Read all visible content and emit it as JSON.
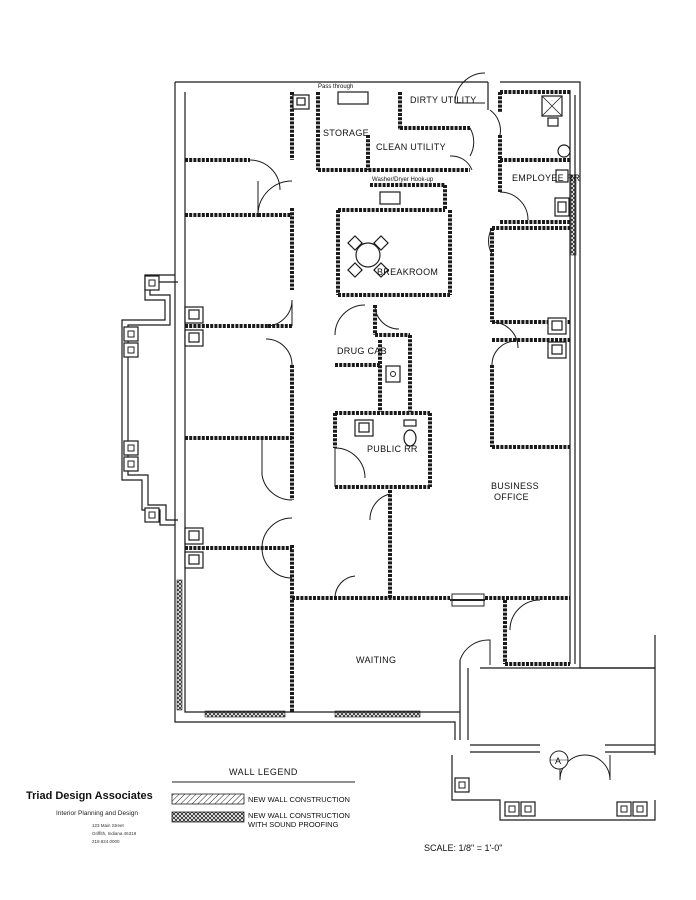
{
  "rooms": {
    "dirty_utility": "DIRTY UTILITY",
    "storage": "STORAGE",
    "clean_utility": "CLEAN UTILITY",
    "washer_dryer": "Washer/Dryer Hook-up",
    "pass_through": "Pass through",
    "employee_rr": "EMPLOYEE RR",
    "breakroom": "BREAKROOM",
    "drug_cab": "DRUG CAB",
    "public_rr": "PUBLIC RR",
    "business_office_1": "BUSINESS",
    "business_office_2": "OFFICE",
    "waiting": "WAITING",
    "entry_mark": "A"
  },
  "title_block": {
    "company": "Triad Design Associates",
    "tagline": "Interior Planning and Design",
    "address_1": "123 Main Street",
    "address_2": "Griffith, Indiana 46319",
    "address_3": "219.924.0000"
  },
  "legend": {
    "title": "WALL LEGEND",
    "new_wall": "NEW WALL CONSTRUCTION",
    "sound_1": "NEW WALL CONSTRUCTION",
    "sound_2": "WITH SOUND PROOFING"
  },
  "scale": "SCALE: 1/8\" = 1'-0\""
}
